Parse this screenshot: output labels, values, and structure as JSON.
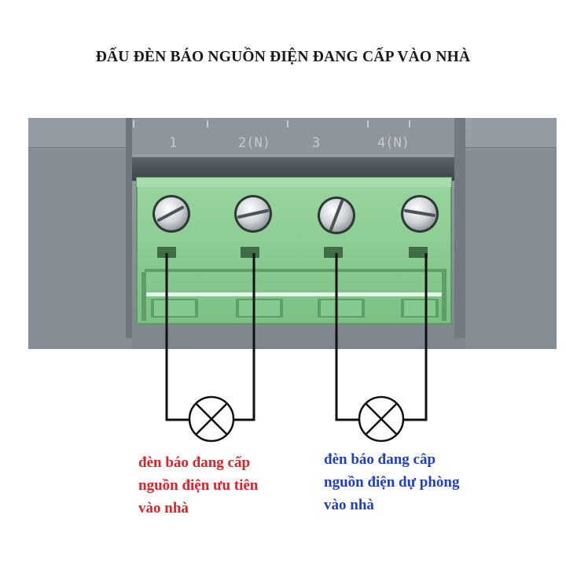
{
  "title": "ĐẤU ĐÈN BÁO NGUỒN ĐIỆN ĐANG CẤP VÀO NHÀ",
  "terminal_labels": [
    "1",
    "2(N)",
    "3",
    "4(N)"
  ],
  "lamps": [
    {
      "name": "lamp-priority",
      "caption_lines": [
        "đèn báo đang cấp",
        "nguồn điện ưu tiên",
        "vào nhà"
      ],
      "caption_color": "#e21f26"
    },
    {
      "name": "lamp-backup",
      "caption_lines": [
        "đèn báo đang câp",
        "nguồn điện dự phòng",
        "vào nhà"
      ],
      "caption_color": "#1f3ec8"
    }
  ],
  "colors": {
    "housing": "#8e949c",
    "terminal_block": "#86c98e",
    "wire": "#111111"
  }
}
